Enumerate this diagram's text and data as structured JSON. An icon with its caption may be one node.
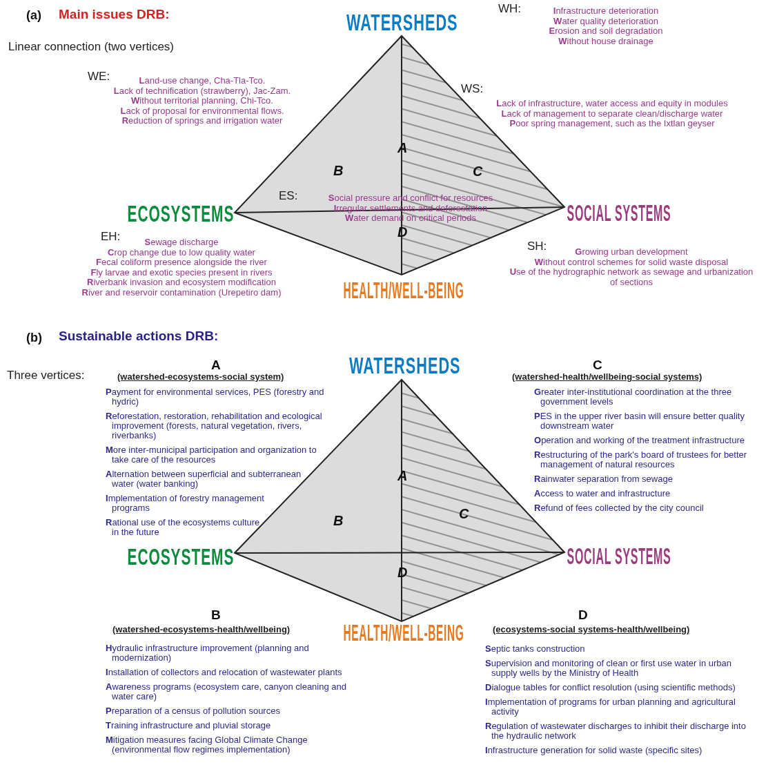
{
  "diagram": {
    "labels": [
      "(a)",
      "Main issues DRB:",
      "WATERSHEDS",
      "WH:",
      "Infrastructure deterioration",
      "Water quality deterioration",
      "Erosion and soil degradation",
      "Without house drainage",
      "Linear connection (two vertices)",
      "WE:",
      "Land-use change, Cha-Tla-Tco.",
      "Lack of technification (strawberry), Jac-Zam.",
      "Without territorial planning, Chi-Tco.",
      "Lack of proposal for environmental flows.",
      "Reduction of springs and irrigation water",
      "WS:",
      "Lack of infrastructure, water access and equity in modules",
      "Lack of management to separate clean/discharge water",
      "Poor spring management, such as the Ixtlan geyser",
      "A",
      "B",
      "C",
      "ES:",
      "Social pressure and conflict for resources",
      "Irregular settlements and deforestation",
      "Water demand on critical periods",
      "ECOSYSTEMS",
      "SOCIAL SYSTEMS",
      "D",
      "EH:",
      "Sewage discharge",
      "Crop change due to low quality water",
      "Fecal coliform presence alongside the river",
      "Fly larvae and exotic species present in rivers",
      "Riverbank invasion and ecosystem modification",
      "River and reservoir contamination (Urepetiro dam)",
      "SH:",
      "Growing urban development",
      "Without control schemes for solid waste disposal",
      "Use of the hydrographic network as sewage and urbanization of sections",
      "HEALTH/WELL-BEING",
      "(b)",
      "Sustainable actions DRB:",
      "A",
      "WATERSHEDS",
      "C",
      "Three vertices:",
      "(watershed-ecosystems-social system)",
      "(watershed-health/wellbeing-social systems)",
      "Payment for environmental services, PES (forestry and hydric)",
      "Reforestation, restoration, rehabilitation and ecological improvement (forests, natural vegetation, rivers, riverbanks)",
      "More inter-municipal participation and organization to take care of the resources",
      "Alternation between superficial and subterranean water (water banking)",
      "Implementation of forestry management programs",
      "Rational use of the ecosystems culture in the future",
      "Greater inter-institutional coordination at the three government levels",
      "PES in the upper river basin will ensure better quality downstream water",
      "Operation and working of the treatment infrastructure",
      "Restructuring of the park's board of trustees for better management of natural resources",
      "Rainwater separation from sewage",
      "Access to water and infrastructure",
      "Refund of fees collected by the city council",
      "A",
      "B",
      "C",
      "ECOSYSTEMS",
      "SOCIAL SYSTEMS",
      "D",
      "B",
      "D",
      "HEALTH/WELL-BEING",
      "(watershed-ecosystems-health/wellbeing)",
      "(ecosystems-social systems-health/wellbeing)",
      "Hydraulic infrastructure improvement (planning and modernization)",
      "Installation of collectors and relocation of wastewater plants",
      "Awareness programs (ecosystem care, canyon cleaning and water care)",
      "Preparation of a census of pollution sources",
      "Training infrastructure and pluvial storage",
      "Mitigation measures facing Global Climate Change (environmental flow regimes implementation)",
      "Septic tanks construction",
      "Supervision and monitoring of clean or first use water in urban supply wells by the Ministry of Health",
      "Dialogue tables for conflict resolution (using scientific methods)",
      "Implementation of programs for urban planning and agricultural activity",
      "Regulation of wastewater discharges to inhibit their discharge into the hydraulic network",
      "Infrastructure generation for solid waste (specific sites)"
    ]
  }
}
